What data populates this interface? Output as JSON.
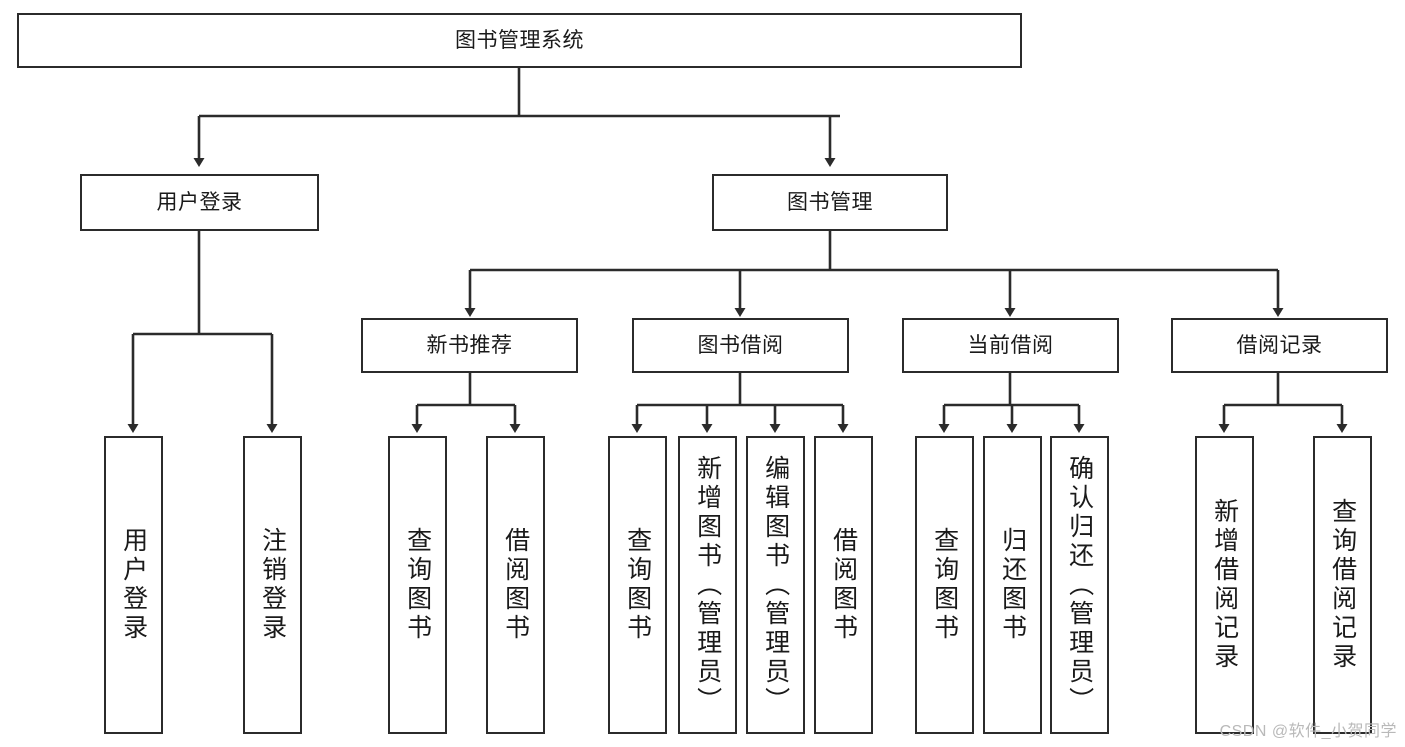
{
  "diagram": {
    "title": "图书管理系统",
    "background_color": "#ffffff",
    "line_color": "#2b2b2b",
    "text_color": "#1a1a1a",
    "root": {
      "id": "root",
      "label": "图书管理系统"
    },
    "level1": [
      {
        "id": "user-login",
        "label": "用户登录"
      },
      {
        "id": "book-manage",
        "label": "图书管理"
      }
    ],
    "level2": [
      {
        "id": "new-book-recommend",
        "label": "新书推荐",
        "parent": "book-manage"
      },
      {
        "id": "book-borrow",
        "label": "图书借阅",
        "parent": "book-manage"
      },
      {
        "id": "current-borrow",
        "label": "当前借阅",
        "parent": "book-manage"
      },
      {
        "id": "borrow-record",
        "label": "借阅记录",
        "parent": "book-manage"
      }
    ],
    "leaves": [
      {
        "id": "leaf-user-login",
        "label": "用户登录",
        "parent": "user-login"
      },
      {
        "id": "leaf-logout-login",
        "label": "注销登录",
        "parent": "user-login"
      },
      {
        "id": "leaf-query-book-1",
        "label": "查询图书",
        "parent": "new-book-recommend"
      },
      {
        "id": "leaf-borrow-book-1",
        "label": "借阅图书",
        "parent": "new-book-recommend"
      },
      {
        "id": "leaf-query-book-2",
        "label": "查询图书",
        "parent": "book-borrow"
      },
      {
        "id": "leaf-add-book",
        "label": "新增图书（管理员）",
        "parent": "book-borrow"
      },
      {
        "id": "leaf-edit-book",
        "label": "编辑图书（管理员）",
        "parent": "book-borrow"
      },
      {
        "id": "leaf-borrow-book-2",
        "label": "借阅图书",
        "parent": "book-borrow"
      },
      {
        "id": "leaf-query-book-3",
        "label": "查询图书",
        "parent": "current-borrow"
      },
      {
        "id": "leaf-return-book",
        "label": "归还图书",
        "parent": "current-borrow"
      },
      {
        "id": "leaf-confirm-return",
        "label": "确认归还（管理员）",
        "parent": "current-borrow"
      },
      {
        "id": "leaf-add-record",
        "label": "新增借阅记录",
        "parent": "borrow-record"
      },
      {
        "id": "leaf-query-record",
        "label": "查询借阅记录",
        "parent": "borrow-record"
      }
    ],
    "watermark": "CSDN @软件_小贺同学"
  }
}
